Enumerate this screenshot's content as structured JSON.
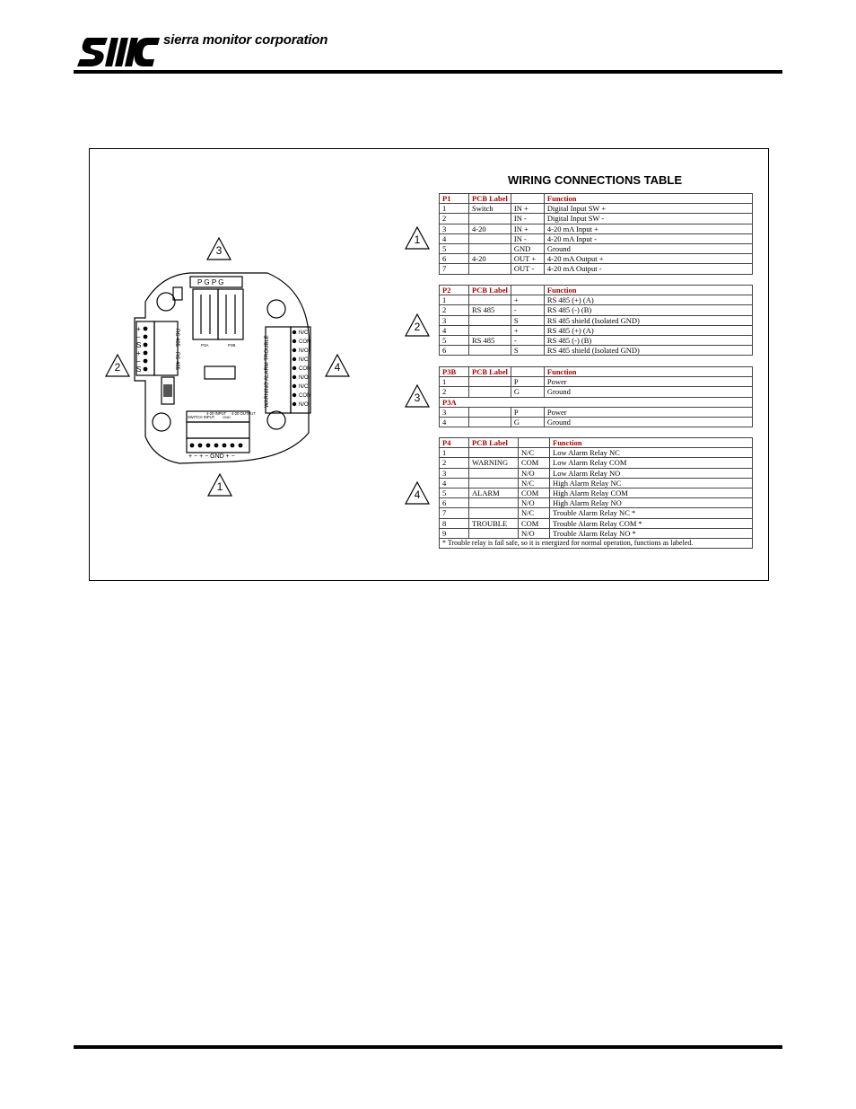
{
  "header": {
    "company_name": "sierra monitor corporation",
    "logo_text": "SMC"
  },
  "figure": {
    "title": "WIRING CONNECTIONS TABLE",
    "board_labels": {
      "p2_top": "RS 485",
      "p2_bottom": "RS 485",
      "p3_a": "P3A",
      "p3_b": "P3B",
      "p1_switch": "SWITCH INPUT",
      "p1_in": "4-20 INPUT",
      "p1_gnd": "GND",
      "p1_out": "4-20 OUTPUT",
      "p1_signs": "+ − + − GND + −",
      "p4_side": "WARNING ALARM TROUBLE",
      "p4_terms": [
        "N/C",
        "COM",
        "N/O",
        "N/C",
        "COM",
        "N/O",
        "N/C",
        "COM",
        "N/O"
      ],
      "p2_terms": [
        "+",
        "−",
        "S",
        "+",
        "−",
        "S"
      ],
      "top_terms": "P G P G"
    },
    "markers": [
      "1",
      "2",
      "3",
      "4"
    ],
    "p1": {
      "headers": [
        "P1",
        "PCB Label",
        "",
        "Function"
      ],
      "rows": [
        [
          "1",
          "Switch",
          "IN +",
          "Digital Input SW +"
        ],
        [
          "2",
          "",
          "IN -",
          "Digital Input SW -"
        ],
        [
          "3",
          "4-20",
          "IN +",
          "4-20 mA Input +"
        ],
        [
          "4",
          "",
          "IN -",
          "4-20 mA  Input -"
        ],
        [
          "5",
          "",
          "GND",
          "Ground"
        ],
        [
          "6",
          "4-20",
          "OUT +",
          "4-20 mA Output +"
        ],
        [
          "7",
          "",
          "OUT -",
          "4-20 mA Output -"
        ]
      ]
    },
    "p2": {
      "headers": [
        "P2",
        "PCB Label",
        "",
        "Function"
      ],
      "rows": [
        [
          "1",
          "",
          "+",
          "RS 485 (+) (A)"
        ],
        [
          "2",
          "RS 485",
          "-",
          "RS 485 (-)  (B)"
        ],
        [
          "3",
          "",
          "S",
          "RS 485  shield (Isolated GND)"
        ],
        [
          "4",
          "",
          "+",
          "RS 485 (+) (A)"
        ],
        [
          "5",
          "RS 485",
          "-",
          "RS 485 (-)  (B)"
        ],
        [
          "6",
          "",
          "S",
          "RS 485 shield  (Isolated GND)"
        ]
      ]
    },
    "p3": {
      "headers": [
        "P3B",
        "PCB Label",
        "",
        "Function"
      ],
      "rows_b": [
        [
          "1",
          "",
          "P",
          "Power"
        ],
        [
          "2",
          "",
          "G",
          "Ground"
        ]
      ],
      "sub_header": "P3A",
      "rows_a": [
        [
          "3",
          "",
          "P",
          "Power"
        ],
        [
          "4",
          "",
          "G",
          "Ground"
        ]
      ]
    },
    "p4": {
      "headers": [
        "P4",
        "PCB Label",
        "",
        "Function"
      ],
      "rows": [
        [
          "1",
          "",
          "N/C",
          "Low Alarm Relay NC"
        ],
        [
          "2",
          "WARNING",
          "COM",
          "Low Alarm Relay COM"
        ],
        [
          "3",
          "",
          "N/O",
          "Low Alarm Relay NO"
        ],
        [
          "4",
          "",
          "N/C",
          "High Alarm Relay NC"
        ],
        [
          "5",
          "ALARM",
          "COM",
          "High Alarm Relay COM"
        ],
        [
          "6",
          "",
          "N/O",
          "High Alarm Relay NO"
        ],
        [
          "7",
          "",
          "N/C",
          "Trouble Alarm Relay NC *"
        ],
        [
          "8",
          "TROUBLE",
          "COM",
          "Trouble Alarm Relay  COM *"
        ],
        [
          "9",
          "",
          "N/O",
          "Trouble Alarm Relay NO *"
        ]
      ],
      "note": "* Trouble relay is fail safe, so it is energized for normal operation, functions as labeled."
    }
  }
}
